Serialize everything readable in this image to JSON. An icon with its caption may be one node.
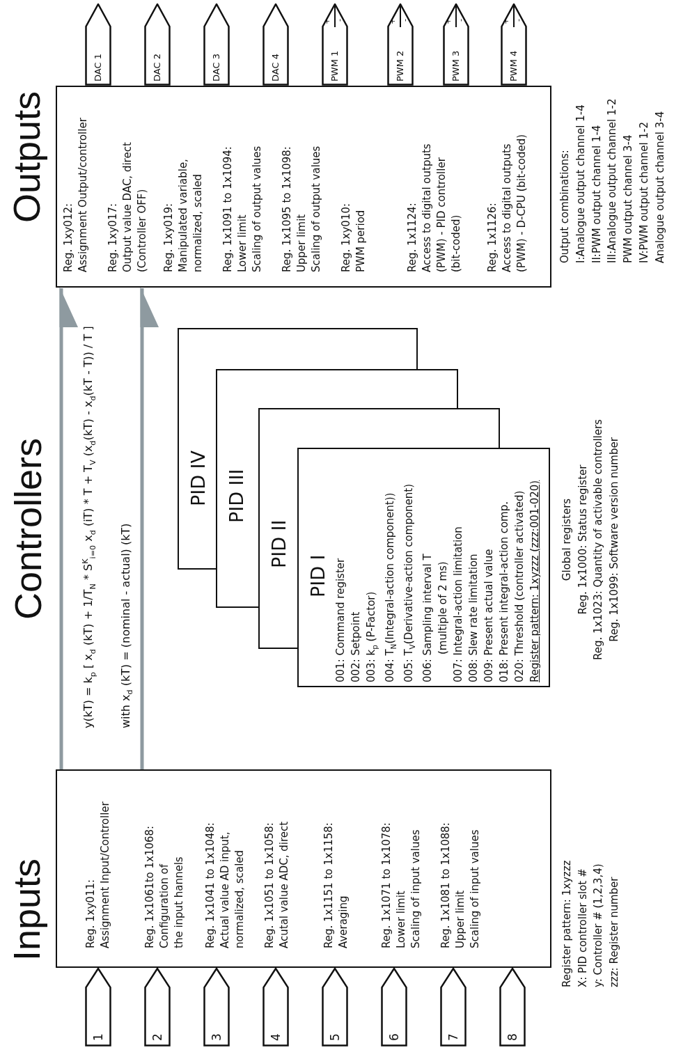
{
  "diagram": {
    "nodes": [
      {
        "text": [
          "1"
        ]
      },
      {
        "text": [
          "2"
        ]
      },
      {
        "text": [
          "3"
        ]
      },
      {
        "text": [
          "4"
        ]
      },
      {
        "text": [
          "5"
        ]
      },
      {
        "text": [
          "6"
        ]
      },
      {
        "text": [
          "7"
        ]
      },
      {
        "text": [
          "8"
        ]
      },
      {
        "text": [
          "Inputs",
          "Reg. 1xy011:",
          "Assignment Input/Controller",
          "Reg. 1x1061to 1x1068:",
          "Configuration of the input hannels",
          "Reg. 1x1041 to 1x1048:",
          "Actual value AD input, normalized, scaled",
          "Reg. 1x1051 to 1x1058:",
          "Acutal value ADC, direct",
          "Reg. 1x1151 to 1x1158:",
          "Averaging",
          "Reg. 1x1071 to 1x1078:",
          "Lower limit",
          "Scaling of input values",
          "Reg. 1x1081 to 1x1088:",
          "Upper limit",
          "Scaling of input values"
        ]
      },
      {
        "text": [
          "PID I",
          "001: Command register",
          "002: Setpoint",
          "003: k$_{p}$ (P-Factor)",
          "004: T$_{N}$(Integral-action component))",
          "005: T$_{V}$(Derivative-action component)",
          "006: Sampling interval T (multiple of 2 ms)",
          "007: Integral-action limitation",
          "008: Slew rate limitation",
          "009: Present actual value",
          "018: Present integral-action comp.",
          "020: Threshold (controller activated)",
          "Register pattern: 1xyzzz (zzz:001-020)"
        ]
      },
      {
        "text": [
          "PID II"
        ]
      },
      {
        "text": [
          "PID III"
        ]
      },
      {
        "text": [
          "PID IV"
        ]
      },
      {
        "text": [
          "Outputs",
          "Reg. 1xy012:",
          "Assignment Output/controller",
          "Reg. 1xy017:",
          "Output value DAC, direct (Controller OFF)",
          "Reg. 1xy019:",
          "Manipulated variable, normalized, scaled",
          "Reg. 1x1091 to 1x1094:",
          "Lower limit",
          "Scaling of output values",
          "Reg. 1x1095 to 1x1098:",
          "Upper limit",
          "Scaling of output values",
          "Reg. 1xy010:",
          "PWM period",
          "Reg. 1x1124:",
          "Access to digital outputs (PWM) - PID controller (bit-coded)",
          "Reg. 1x1126:",
          "Access to digital outputs (PWM) - D-CPU (bit-coded)"
        ]
      },
      {
        "text": [
          "DAC 1"
        ]
      },
      {
        "text": [
          "DAC 2"
        ]
      },
      {
        "text": [
          "DAC 3"
        ]
      },
      {
        "text": [
          "DAC 4"
        ]
      },
      {
        "text": [
          "PWM 1",
          "+",
          "-"
        ]
      },
      {
        "text": [
          "PWM 2",
          "+",
          "-"
        ]
      },
      {
        "text": [
          "PWM 3",
          "+",
          "-"
        ]
      },
      {
        "text": [
          "PWM 4",
          "+",
          "-"
        ]
      },
      {
        "text": [],
        "shape": "box"
      },
      {
        "text": [],
        "shape": "box"
      },
      {
        "text": [],
        "shape": "box"
      }
    ],
    "edges": [
      {
        "from": 8,
        "to": 13,
        "arrow": "to",
        "color": "#8e9aa0"
      },
      {
        "from": 8,
        "to": 13,
        "arrow": "to",
        "color": "#8e9aa0"
      }
    ],
    "labels": [
      "Controllers",
      "y(kT) = k$_{p}$ [ x$_{d}$ (kT) + 1/T$_{N}$ * S$^{K}$$_{i=0}$ x$_{d}$ (iT) * T + T$_{V}$ (x$_{d}$(kT) - x$_{d}$(kT - T)) / T ]",
      "with x$_{d}$ (kT) = (nominal - actual) (kT)",
      "Global registers",
      "Reg. 1x1000: Status register",
      "Reg. 1x1023: Quantity of activable controllers",
      "Reg. 1x1099: Software version number",
      "Register pattern: 1xyzzz",
      "X: PID controller slot #",
      "y: Controller # (1,2,3,4)",
      "zzz: Register number",
      "Output combinations:",
      "I:Analogue output channel 1-4",
      "II:PWM output channel 1-4",
      "III:Analogue output channel 1-2",
      "PWM output channel 3-4",
      "IV:PWM output channel 1-2",
      "Analogue output channel 3-4"
    ]
  }
}
